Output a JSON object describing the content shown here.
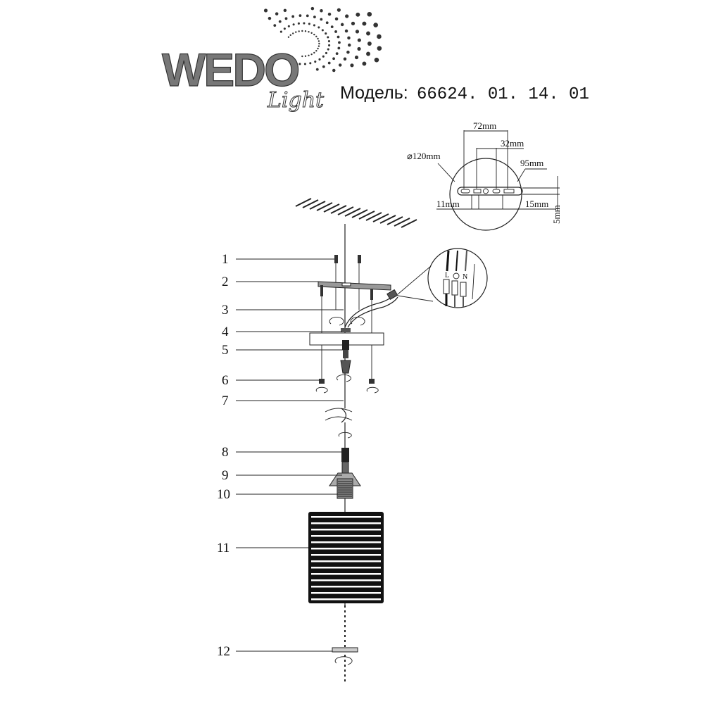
{
  "brand": {
    "name": "WEDO",
    "script": "Light"
  },
  "model": {
    "label": "Модель:",
    "number": "66624. 01. 14. 01"
  },
  "mounting_dimensions": {
    "diameter": "⌀120mm",
    "span_outer": "72mm",
    "span_inner": "32mm",
    "bar_length": "95mm",
    "left_offset": "11mm",
    "right_offset": "15mm",
    "thickness": "5mm"
  },
  "wiring": {
    "live": "L",
    "neutral": "N"
  },
  "parts": [
    "1",
    "2",
    "3",
    "4",
    "5",
    "6",
    "7",
    "8",
    "9",
    "10",
    "11",
    "12"
  ]
}
